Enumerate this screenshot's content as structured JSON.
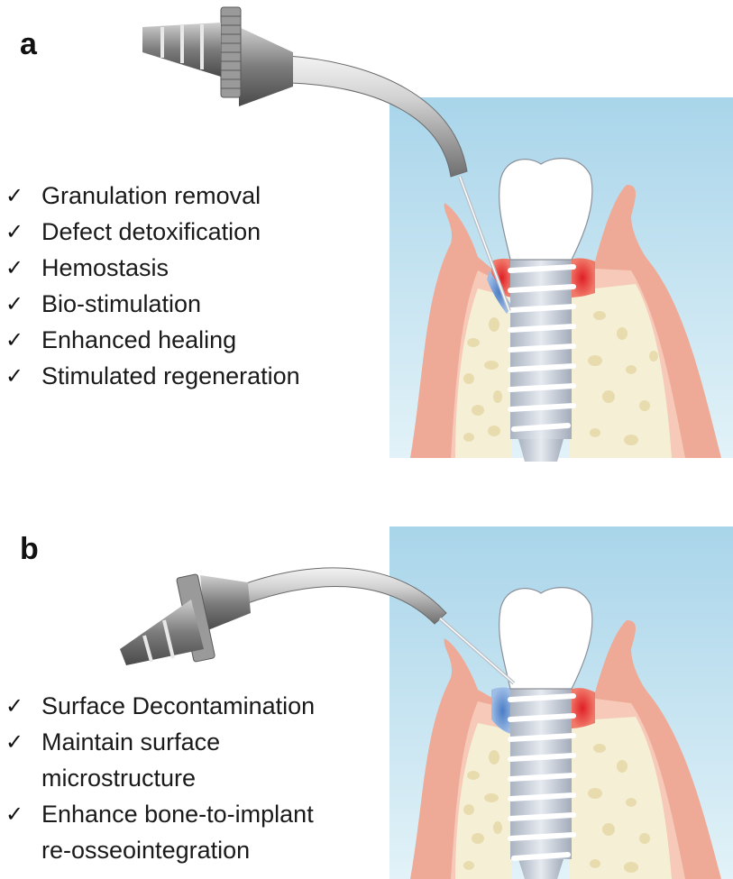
{
  "panels": [
    {
      "label": "a",
      "items": [
        {
          "mark": "✓",
          "text": "Granulation removal"
        },
        {
          "mark": "✓",
          "text": "Defect detoxification"
        },
        {
          "mark": "✓",
          "text": "Hemostasis"
        },
        {
          "mark": "✓",
          "text": "Bio-stimulation"
        },
        {
          "mark": "✓",
          "text": "Enhanced healing"
        },
        {
          "mark": "✓",
          "text": "Stimulated regeneration"
        }
      ]
    },
    {
      "label": "b",
      "items": [
        {
          "mark": "✓",
          "text": "Surface Decontamination"
        },
        {
          "mark": "✓",
          "text": "Maintain surface\nmicrostructure"
        },
        {
          "mark": "✓",
          "text": "Enhance bone-to-implant\nre-osseointegration"
        }
      ]
    }
  ],
  "colors": {
    "sky": "#bfe0ef",
    "gum": "#eeaa96",
    "gum_inner": "#f6c9b8",
    "bone": "#f5efd6",
    "bone_pore": "#e8dcae",
    "implant": "#c2c9d4",
    "tooth": "#ffffff",
    "handpiece": "#8d8d8d",
    "inflammation": "#d9262b",
    "laser_blue": "#5d8ac9"
  }
}
